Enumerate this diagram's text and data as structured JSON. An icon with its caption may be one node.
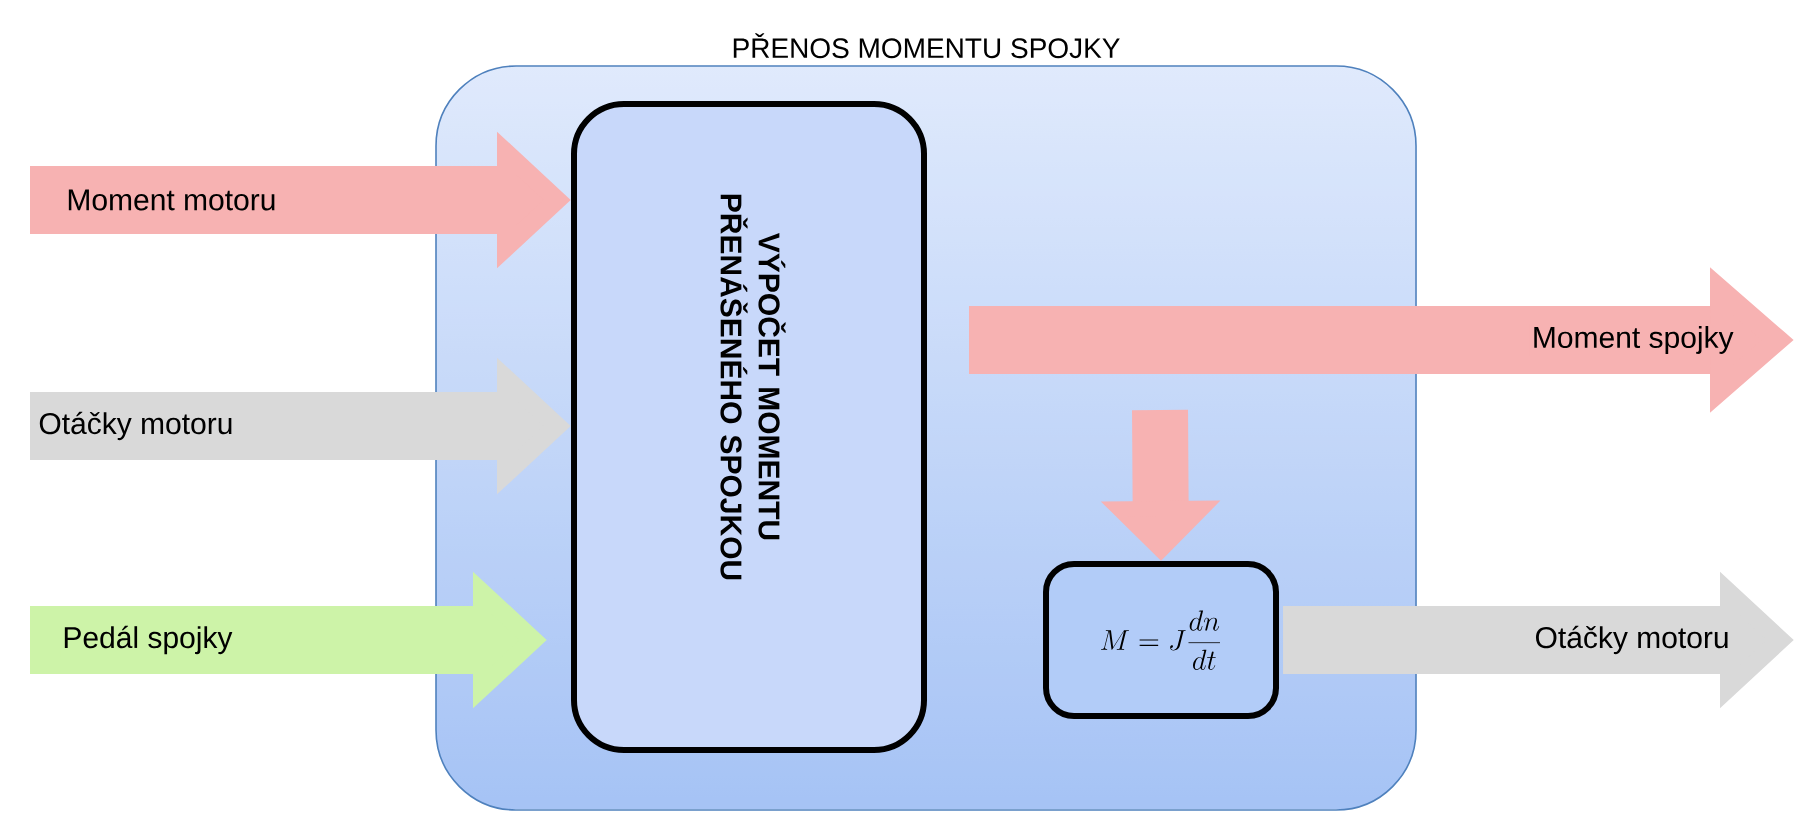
{
  "diagram": {
    "nodes": [
      {
        "text": [
          "PŘENOS MOMENTU SPOJKY"
        ]
      },
      {
        "text": [
          "VÝPOČET MOMENTU PŘENÁŠENÉHO SPOJKOU"
        ],
        "in": 0
      },
      {
        "text": [
          "M = J\\frac{dn}{dt}"
        ],
        "in": 0
      }
    ],
    "edges": [
      {
        "from": null,
        "to": 1,
        "arrow": "to",
        "label": "Moment motoru"
      },
      {
        "from": null,
        "to": 1,
        "arrow": "to",
        "label": "Otáčky motoru",
        "color": "#d9d9d9"
      },
      {
        "from": null,
        "to": 1,
        "arrow": "to",
        "label": "Pedál spojky",
        "color": "#cdf3a8"
      },
      {
        "from": 1,
        "to": null,
        "arrow": "to",
        "label": "Moment spojky"
      },
      {
        "from": null,
        "to": 2,
        "arrow": "to"
      },
      {
        "from": 2,
        "to": null,
        "arrow": "to",
        "label": "Otáčky motoru",
        "color": "#d9d9d9"
      }
    ]
  }
}
